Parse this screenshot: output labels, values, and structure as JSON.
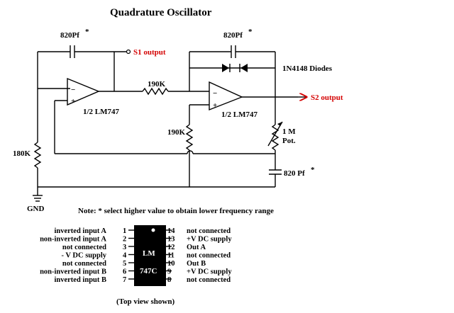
{
  "title": "Quadrature Oscillator",
  "colors": {
    "line": "#000000",
    "output_text": "#d40000",
    "background": "#ffffff"
  },
  "labels": {
    "cap_top_left": "820Pf",
    "cap_top_left_star": "*",
    "cap_top_right": "820Pf",
    "cap_top_right_star": "*",
    "diodes": "1N4148 Diodes",
    "r_series": "190K",
    "r_feedback": "190K",
    "r_ground": "180K",
    "gnd": "GND",
    "s1": "S1 output",
    "s2": "S2 output",
    "opamp_left": "1/2 LM747",
    "opamp_right": "1/2 LM747",
    "pot": "1 M",
    "pot2": "Pot.",
    "cap_bottom": "820 Pf",
    "cap_bottom_star": "*",
    "minus1": "−",
    "plus1": "+",
    "minus2": "−",
    "plus2": "+"
  },
  "note": "Note: * select higher value to obtain lower frequency range",
  "chip": {
    "line1": "LM",
    "line2": "747C"
  },
  "pins_left": [
    {
      "name": "inverted input A",
      "num": "1"
    },
    {
      "name": "non-inverted input A",
      "num": "2"
    },
    {
      "name": "not connected",
      "num": "3"
    },
    {
      "name": "- V DC supply",
      "num": "4"
    },
    {
      "name": "not connected",
      "num": "5"
    },
    {
      "name": "non-inverted input B",
      "num": "6"
    },
    {
      "name": "inverted input B",
      "num": "7"
    }
  ],
  "pins_right": [
    {
      "name": "not connected",
      "num": "14"
    },
    {
      "name": "+V DC supply",
      "num": "13"
    },
    {
      "name": "Out A",
      "num": "12"
    },
    {
      "name": "not connected",
      "num": "11"
    },
    {
      "name": "Out B",
      "num": "10"
    },
    {
      "name": "+V DC supply",
      "num": "9"
    },
    {
      "name": "not connected",
      "num": "8"
    }
  ],
  "footer": "(Top view shown)"
}
